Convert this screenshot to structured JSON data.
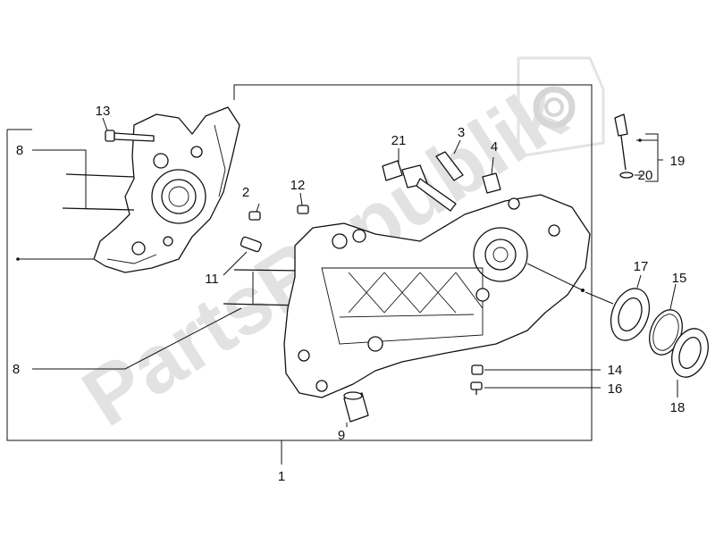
{
  "watermark": {
    "text": "PartsRepublik"
  },
  "callouts": {
    "c1": "1",
    "c2": "2",
    "c3": "3",
    "c4": "4",
    "c8": "8",
    "c9": "9",
    "c11": "11",
    "c12": "12",
    "c13": "13",
    "c14": "14",
    "c15": "15",
    "c16": "16",
    "c17": "17",
    "c18": "18",
    "c19": "19",
    "c20": "20",
    "c21": "21"
  }
}
